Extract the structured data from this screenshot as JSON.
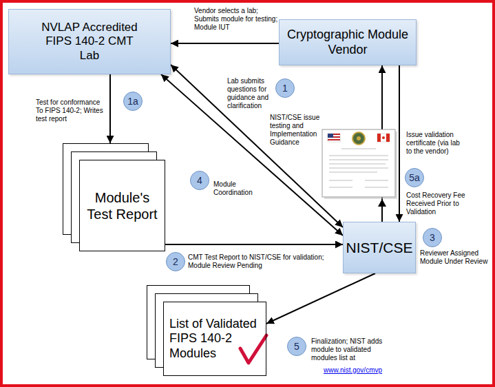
{
  "diagram": {
    "nodes": [
      {
        "text": [
          "NVLAP Accredited FIPS 140-2 CMT Lab"
        ]
      },
      {
        "text": [
          "Cryptographic Module Vendor"
        ]
      },
      {
        "text": [
          "Module's Test Report"
        ]
      },
      {
        "text": [
          "NIST/CSE"
        ]
      },
      {
        "text": [
          "List of Validated FIPS 140-2 Modules"
        ]
      }
    ],
    "edges": [
      {
        "from": 1,
        "to": 0,
        "arrow": "to",
        "label": "Vendor selects a lab; Submits module for testing; Module IUT"
      },
      {
        "from": 0,
        "to": 2,
        "arrow": "to",
        "label": "Test for conformance To FIPS 140-2; Writes test report"
      },
      {
        "from": 2,
        "to": 3,
        "arrow": "to",
        "label": "CMT Test Report to NIST/CSE for validation; Module Review Pending"
      },
      {
        "from": 0,
        "to": 3,
        "arrow": "both",
        "label": "Lab submits questions for guidance and clarification"
      },
      {
        "from": 3,
        "to": 0,
        "arrow": "both",
        "label": "NIST/CSE issue testing and Implementation Guidance"
      },
      {
        "from": 3,
        "to": 1,
        "arrow": "to",
        "label": "Issue validation certificate (via lab to the vendor)"
      },
      {
        "from": 1,
        "to": 3,
        "arrow": "to",
        "label": "Cost Recovery Fee Received Prior to Validation"
      },
      {
        "from": 3,
        "to": 4,
        "arrow": "to",
        "label": "Finalization; NIST adds module to validated modules list at"
      }
    ],
    "labels": [
      "1",
      "1a",
      "2",
      "3",
      "4",
      "5",
      "5a",
      "Module Coordination",
      "Reviewer Assigned Module Under Review",
      "www.nist.gov/cmvp"
    ]
  }
}
